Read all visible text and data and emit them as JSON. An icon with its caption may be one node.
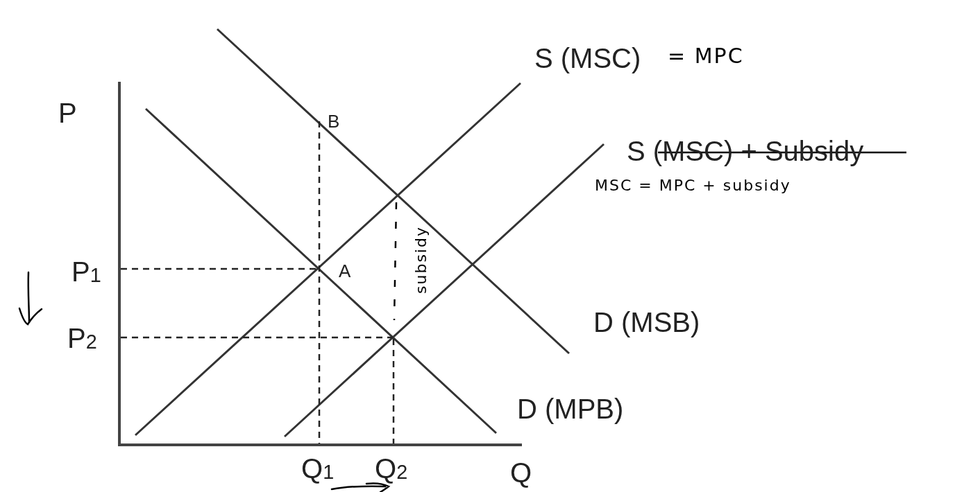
{
  "diagram": {
    "labels": [
      "S (MSC)",
      "= MPC",
      "P",
      "B",
      "S (MSC) + Subsidy",
      "MSC = MPC + subsidy",
      "subsidy",
      "P$_{1}$",
      "A",
      "D (MSB)",
      "P$_{2}$",
      "D (MPB)",
      "Q$_{1}$",
      "Q$_{2}$",
      "Q"
    ]
  }
}
